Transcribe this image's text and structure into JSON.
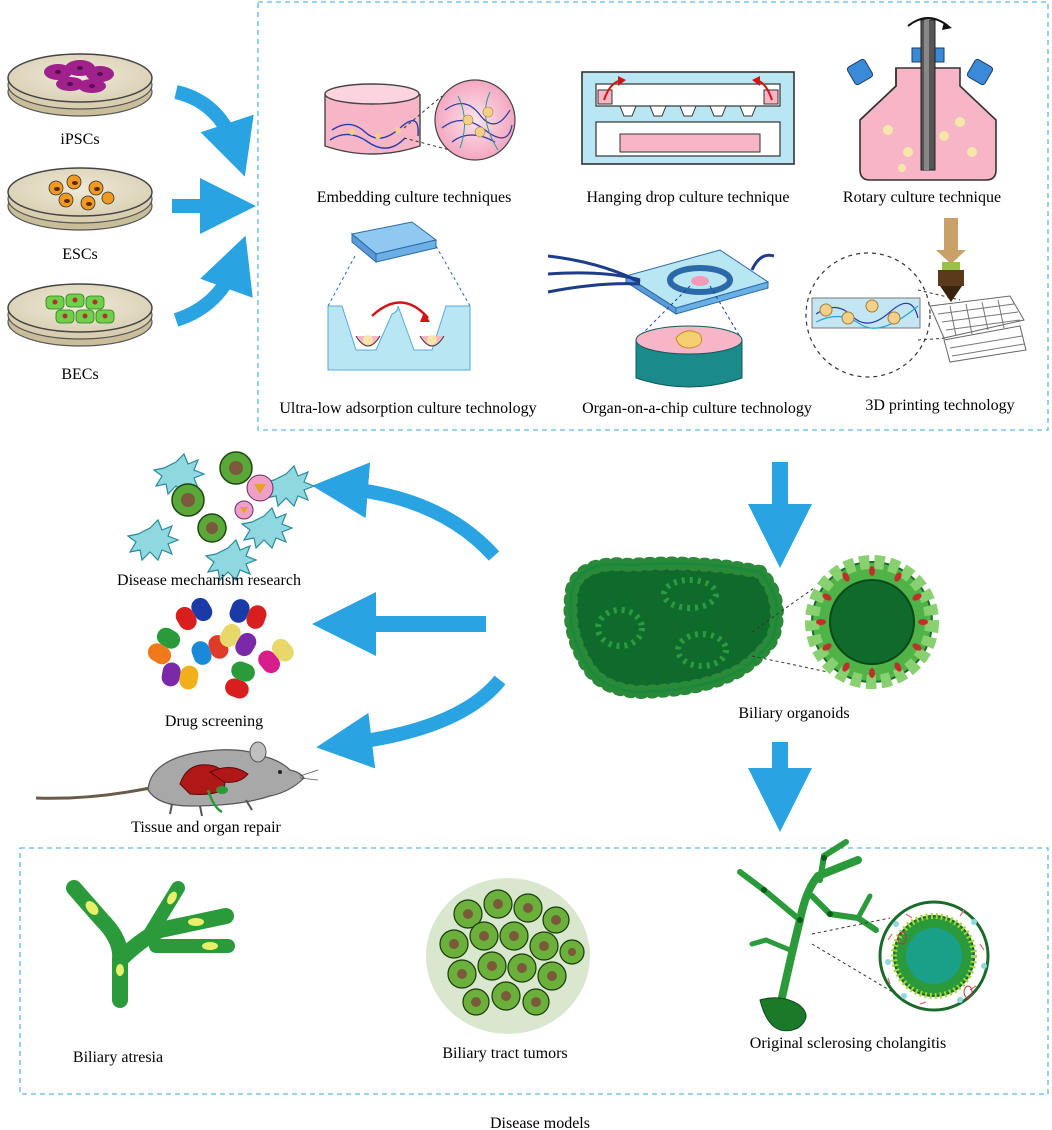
{
  "sources": [
    "iPSCs",
    "ESCs",
    "BECs"
  ],
  "techniques": [
    "Embedding culture techniques",
    "Hanging drop culture technique",
    "Rotary culture technique",
    "Ultra-low adsorption culture technology",
    "Organ-on-a-chip culture technology",
    "3D printing technology"
  ],
  "organoid_label": "Biliary organoids",
  "applications": [
    "Disease mechanism research",
    "Drug screening",
    "Tissue and organ repair"
  ],
  "diseases": [
    "Biliary atresia",
    "Biliary tract tumors",
    "Original sclerosing cholangitis"
  ],
  "disease_box_label": "Disease models",
  "colors": {
    "arrow": "#2aa3e3",
    "dashed_border": "#5fb6e8",
    "dark_green": "#0e6b2c",
    "mid_green": "#58b43c",
    "pink": "#f8b8cc",
    "cyan_cell": "#8fd8e0"
  }
}
